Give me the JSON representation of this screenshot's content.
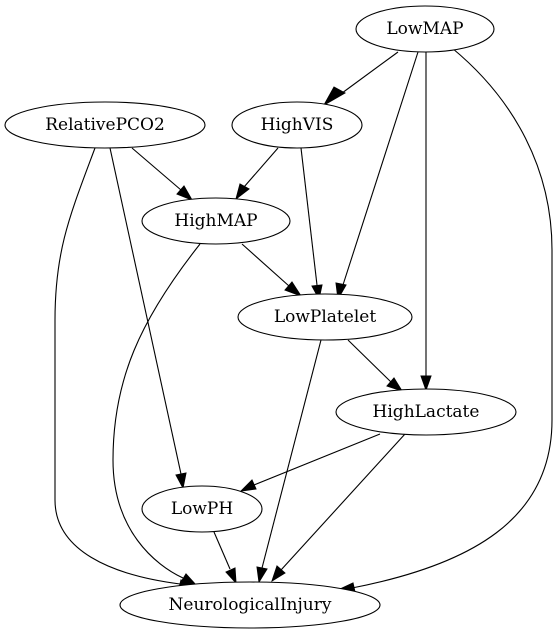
{
  "diagram": {
    "nodes": {
      "LowMAP": "LowMAP",
      "RelativePCO2": "RelativePCO2",
      "HighVIS": "HighVIS",
      "HighMAP": "HighMAP",
      "LowPlatelet": "LowPlatelet",
      "HighLactate": "HighLactate",
      "LowPH": "LowPH",
      "NeurologicalInjury": "NeurologicalInjury"
    },
    "edges": [
      [
        "LowMAP",
        "HighVIS"
      ],
      [
        "LowMAP",
        "LowPlatelet"
      ],
      [
        "LowMAP",
        "HighLactate"
      ],
      [
        "LowMAP",
        "NeurologicalInjury"
      ],
      [
        "RelativePCO2",
        "HighMAP"
      ],
      [
        "RelativePCO2",
        "LowPH"
      ],
      [
        "RelativePCO2",
        "NeurologicalInjury"
      ],
      [
        "HighVIS",
        "HighMAP"
      ],
      [
        "HighVIS",
        "LowPlatelet"
      ],
      [
        "HighMAP",
        "LowPlatelet"
      ],
      [
        "HighMAP",
        "NeurologicalInjury"
      ],
      [
        "LowPlatelet",
        "HighLactate"
      ],
      [
        "LowPlatelet",
        "NeurologicalInjury"
      ],
      [
        "HighLactate",
        "LowPH"
      ],
      [
        "HighLactate",
        "NeurologicalInjury"
      ],
      [
        "LowPH",
        "NeurologicalInjury"
      ]
    ]
  }
}
